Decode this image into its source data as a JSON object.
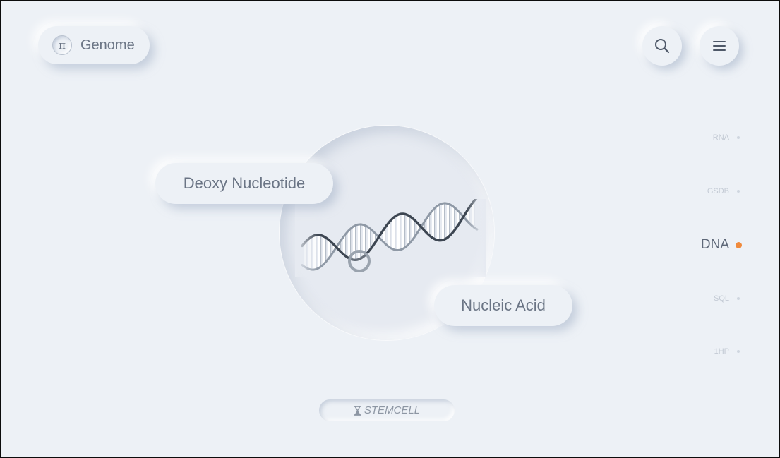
{
  "header": {
    "brand": {
      "name": "Genome",
      "logo_glyph": "π",
      "logo_icon": "pi-logo-icon"
    },
    "actions": [
      {
        "name": "search",
        "icon": "search-icon"
      },
      {
        "name": "menu",
        "icon": "hamburger-menu-icon"
      }
    ]
  },
  "hero": {
    "labels": {
      "top_left": "Deoxy Nucleotide",
      "bottom_right": "Nucleic Acid"
    },
    "image_icon": "dna-helix-icon"
  },
  "nav": {
    "items": [
      {
        "label": "RNA",
        "active": false
      },
      {
        "label": "GSDB",
        "active": false
      },
      {
        "label": "DNA",
        "active": true
      },
      {
        "label": "SQL",
        "active": false
      },
      {
        "label": "1HP",
        "active": false
      }
    ]
  },
  "footer": {
    "badge_text": "STEMCELL",
    "badge_icon": "hourglass-icon"
  },
  "colors": {
    "background": "#edf1f6",
    "text": "#6b7585",
    "accent": "#f08a3c",
    "frame_border": "#0c0c0c"
  }
}
